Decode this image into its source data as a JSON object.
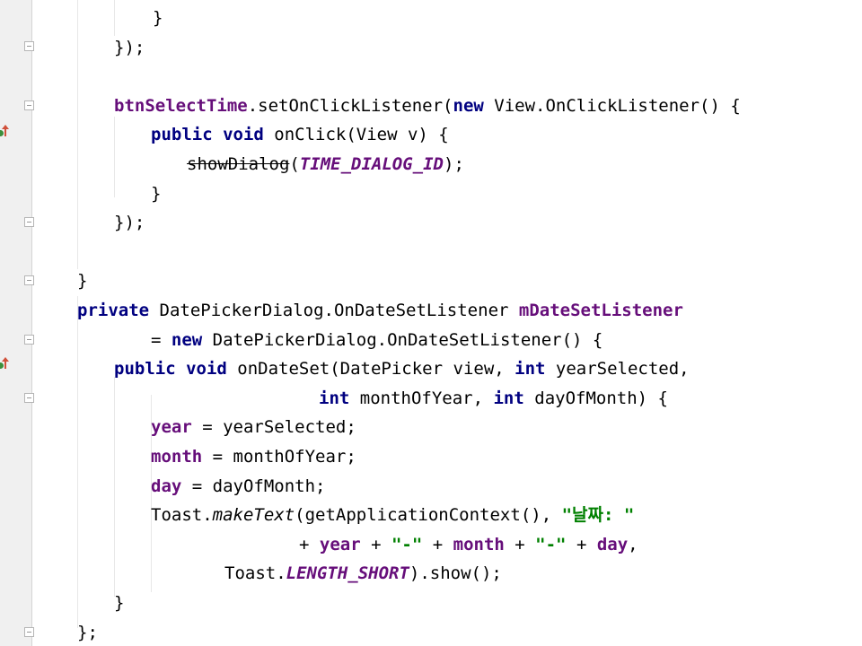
{
  "editor": {
    "language": "Java",
    "lines": [
      [
        {
          "text": "}",
          "style": "plain"
        }
      ],
      [
        {
          "text": "});",
          "style": "plain"
        }
      ],
      [],
      [
        {
          "text": "btnSelectTime",
          "style": "field"
        },
        {
          "text": ".setOnClickListener(",
          "style": "plain"
        },
        {
          "text": "new",
          "style": "keyword"
        },
        {
          "text": " View.OnClickListener() {",
          "style": "plain"
        }
      ],
      [
        {
          "text": "public void",
          "style": "keyword"
        },
        {
          "text": " onClick(View v) {",
          "style": "plain"
        }
      ],
      [
        {
          "text": "showDialog",
          "style": "deprecated"
        },
        {
          "text": "(",
          "style": "plain"
        },
        {
          "text": "TIME_DIALOG_ID",
          "style": "constant"
        },
        {
          "text": ");",
          "style": "plain"
        }
      ],
      [
        {
          "text": "}",
          "style": "plain"
        }
      ],
      [
        {
          "text": "});",
          "style": "plain"
        }
      ],
      [],
      [
        {
          "text": "}",
          "style": "plain"
        }
      ],
      [
        {
          "text": "private",
          "style": "keyword"
        },
        {
          "text": " DatePickerDialog.OnDateSetListener ",
          "style": "plain"
        },
        {
          "text": "mDateSetListener",
          "style": "field"
        }
      ],
      [
        {
          "text": "= ",
          "style": "plain"
        },
        {
          "text": "new",
          "style": "keyword"
        },
        {
          "text": " DatePickerDialog.OnDateSetListener() {",
          "style": "plain"
        }
      ],
      [
        {
          "text": "public void",
          "style": "keyword"
        },
        {
          "text": " onDateSet(DatePicker view, ",
          "style": "plain"
        },
        {
          "text": "int",
          "style": "keyword"
        },
        {
          "text": " yearSelected,",
          "style": "plain"
        }
      ],
      [
        {
          "text": "int",
          "style": "keyword"
        },
        {
          "text": " monthOfYear, ",
          "style": "plain"
        },
        {
          "text": "int",
          "style": "keyword"
        },
        {
          "text": " dayOfMonth) {",
          "style": "plain"
        }
      ],
      [
        {
          "text": "year",
          "style": "field"
        },
        {
          "text": " = yearSelected;",
          "style": "plain"
        }
      ],
      [
        {
          "text": "month",
          "style": "field"
        },
        {
          "text": " = monthOfYear;",
          "style": "plain"
        }
      ],
      [
        {
          "text": "day",
          "style": "field"
        },
        {
          "text": " = dayOfMonth;",
          "style": "plain"
        }
      ],
      [
        {
          "text": "Toast.",
          "style": "plain"
        },
        {
          "text": "makeText",
          "style": "static-call"
        },
        {
          "text": "(getApplicationContext(), ",
          "style": "plain"
        },
        {
          "text": "\"날짜: \"",
          "style": "string"
        }
      ],
      [
        {
          "text": "+ ",
          "style": "plain"
        },
        {
          "text": "year",
          "style": "field"
        },
        {
          "text": " + ",
          "style": "plain"
        },
        {
          "text": "\"-\"",
          "style": "string"
        },
        {
          "text": " + ",
          "style": "plain"
        },
        {
          "text": "month",
          "style": "field"
        },
        {
          "text": " + ",
          "style": "plain"
        },
        {
          "text": "\"-\"",
          "style": "string"
        },
        {
          "text": " + ",
          "style": "plain"
        },
        {
          "text": "day",
          "style": "field"
        },
        {
          "text": ",",
          "style": "plain"
        }
      ],
      [
        {
          "text": "Toast.",
          "style": "plain"
        },
        {
          "text": "LENGTH_SHORT",
          "style": "constant"
        },
        {
          "text": ").show();",
          "style": "plain"
        }
      ],
      [
        {
          "text": "}",
          "style": "plain"
        }
      ],
      [
        {
          "text": "};",
          "style": "plain"
        }
      ]
    ]
  },
  "gutter": {
    "fold_markers": [
      "fold-marker",
      "fold-marker",
      "fold-marker",
      "fold-marker",
      "fold-marker",
      "fold-marker",
      "fold-marker"
    ],
    "override_markers": [
      "overrides-method-icon",
      "overrides-method-icon"
    ]
  },
  "colors": {
    "keyword": "#000080",
    "field": "#660e7a",
    "string": "#008000",
    "gutter_background": "#f0f0f0"
  }
}
